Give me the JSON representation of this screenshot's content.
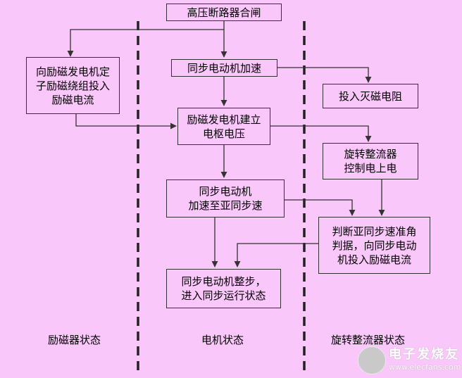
{
  "diagram": {
    "nodes": {
      "n_close": "高压断路器合闸",
      "n_exciter_field": "向励磁发电机定\n子励磁绕组投入\n励磁电流",
      "n_motor_accel": "同步电动机加速",
      "n_discharge_resistor": "投入灭磁电阻",
      "n_build_voltage": "励磁发电机建立\n电枢电压",
      "n_rectifier_power": "旋转整流器\n控制电上电",
      "n_subsync": "同步电动机\n加速至亚同步速",
      "n_judge": "判断亚同步速准角\n判据，向同步电动\n机投入励磁电流",
      "n_sync": "同步电动机整步，\n进入同步运行状态"
    },
    "lanes": {
      "exciter": "励磁器状态",
      "motor": "电机状态",
      "rectifier": "旋转整流器状态"
    }
  },
  "watermark": {
    "text": "电子发烧友",
    "url": "www.elecfans.com"
  },
  "colors": {
    "background": "#f9c7f9",
    "line": "#333333"
  }
}
